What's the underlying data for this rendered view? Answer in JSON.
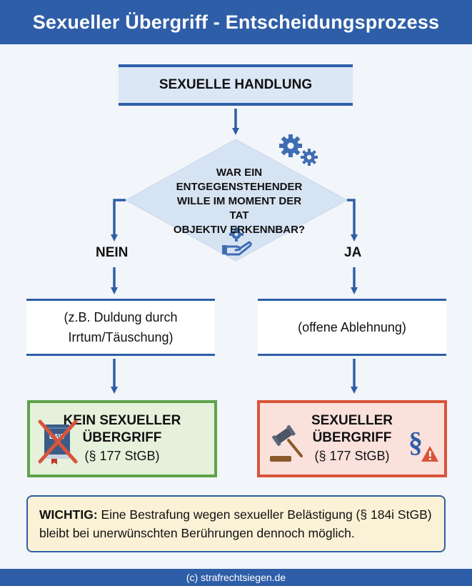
{
  "header": {
    "title": "Sexueller Übergriff - Entscheidungsprozess"
  },
  "start": {
    "label": "SEXUELLE HANDLUNG"
  },
  "decision": {
    "lines": [
      "WAR EIN",
      "ENTGEGENSTEHENDER",
      "WILLE IM MOMENT DER TAT",
      "OBJEKTIV ERKENNBAR?"
    ]
  },
  "branches": {
    "left": {
      "label": "NEIN",
      "example_lines": [
        "(z.B. Duldung durch",
        "Irrtum/Täuschung)"
      ],
      "result_lines": [
        "KEIN SEXUELLER",
        "ÜBERGRIFF"
      ],
      "result_ref": "(§ 177 StGB)",
      "icon_text": "LAW"
    },
    "right": {
      "label": "JA",
      "example_lines": [
        "(offene Ablehnung)"
      ],
      "result_lines": [
        "SEXUELLER",
        "ÜBERGRIFF"
      ],
      "result_ref": "(§ 177 StGB)",
      "icon_text": "§"
    }
  },
  "note": {
    "bold": "WICHTIG:",
    "text": " Eine Bestrafung wegen sexueller Belästigung (§ 184i StGB) bleibt bei unerwünschten Berührungen dennoch möglich."
  },
  "footer": {
    "text": "(c) strafrechtsiegen.de"
  },
  "colors": {
    "primary": "#2f5ea8",
    "green": "#5ea24a",
    "red": "#d9543a",
    "diamond_fill": "#d6e3f3",
    "note_fill": "#fbf1d6"
  }
}
